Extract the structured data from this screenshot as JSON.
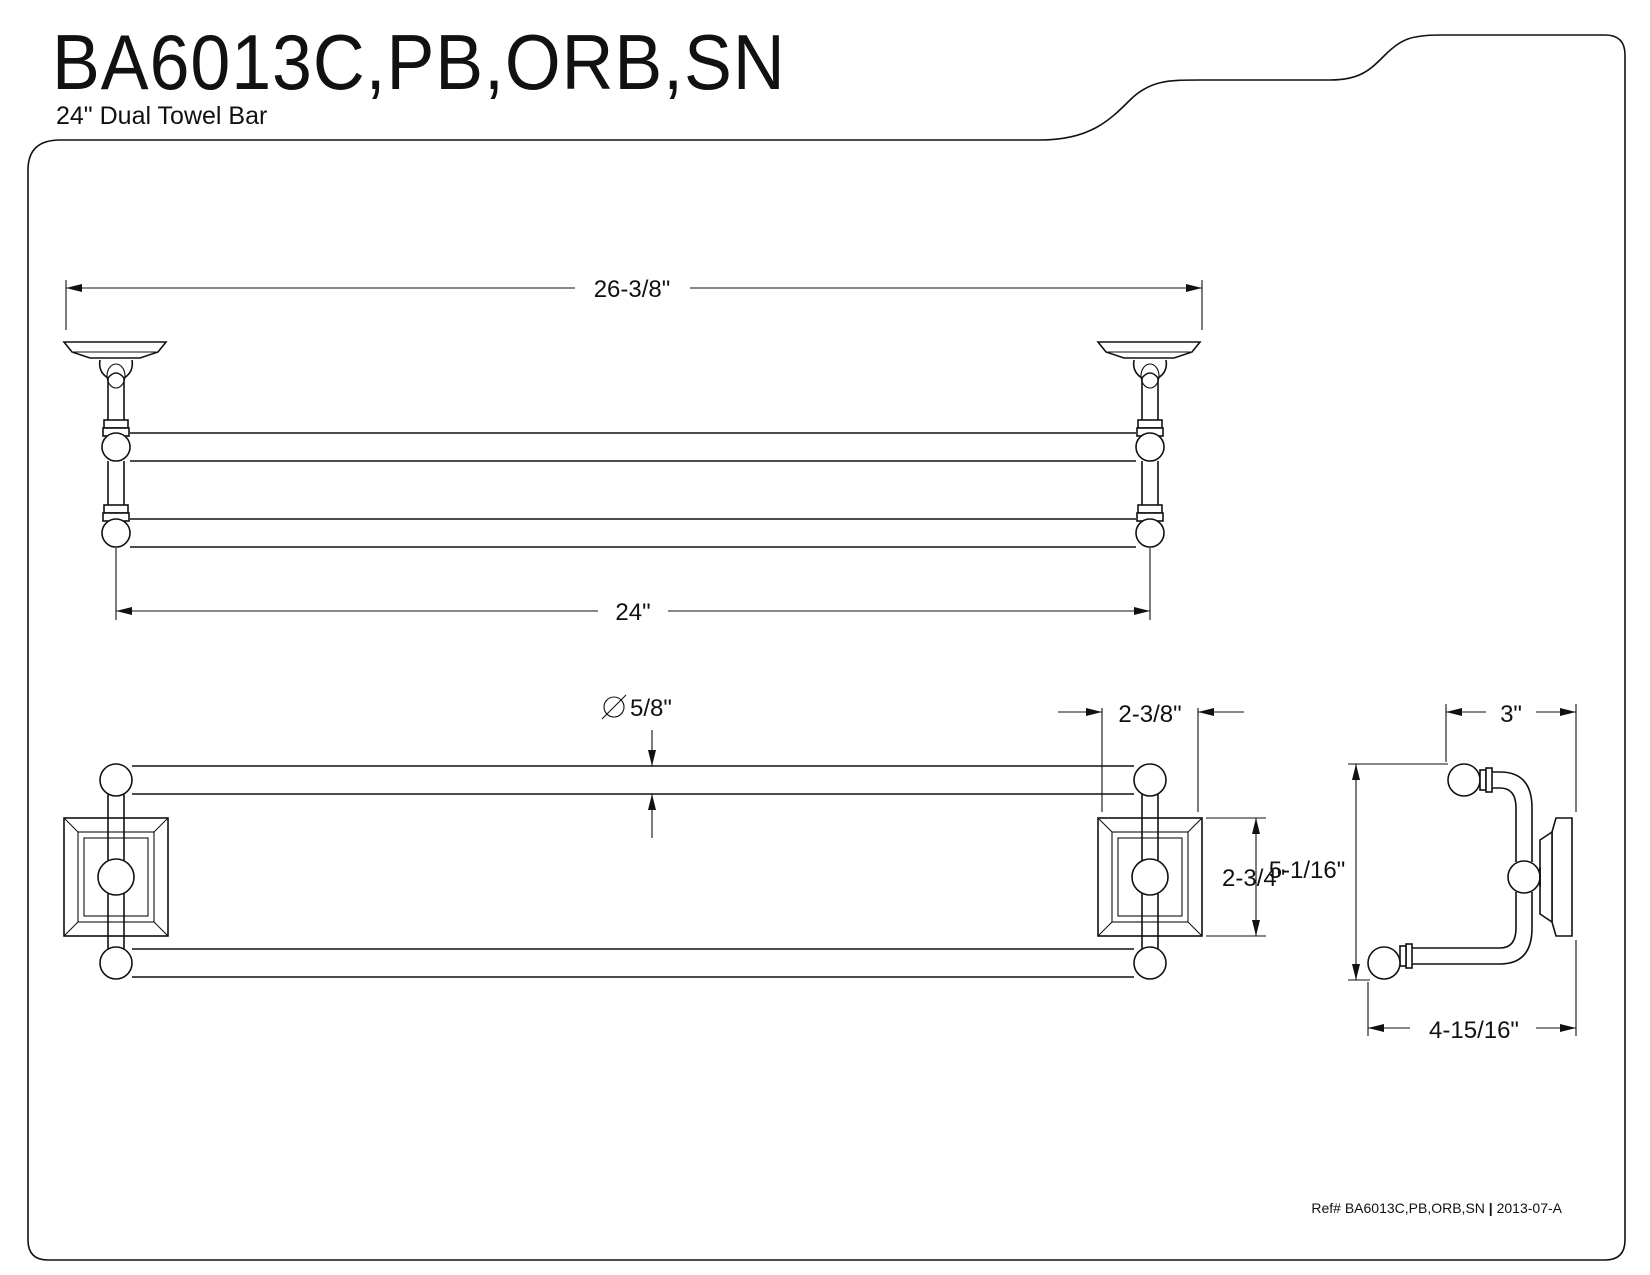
{
  "header": {
    "model": "BA6013C,PB,ORB,SN",
    "description": "24\" Dual Towel Bar"
  },
  "dimensions": {
    "overall_width": "26-3/8\"",
    "bar_length": "24\"",
    "bar_diameter": "5/8\"",
    "post_spacing": "2-3/8\"",
    "bracket_height": "2-3/4\"",
    "projection": "3\"",
    "overall_height": "5-1/16\"",
    "overall_depth": "4-15/16\""
  },
  "footer": {
    "ref_label": "Ref# BA6013C,PB,ORB,SN",
    "separator": "|",
    "revision": "2013-07-A"
  }
}
